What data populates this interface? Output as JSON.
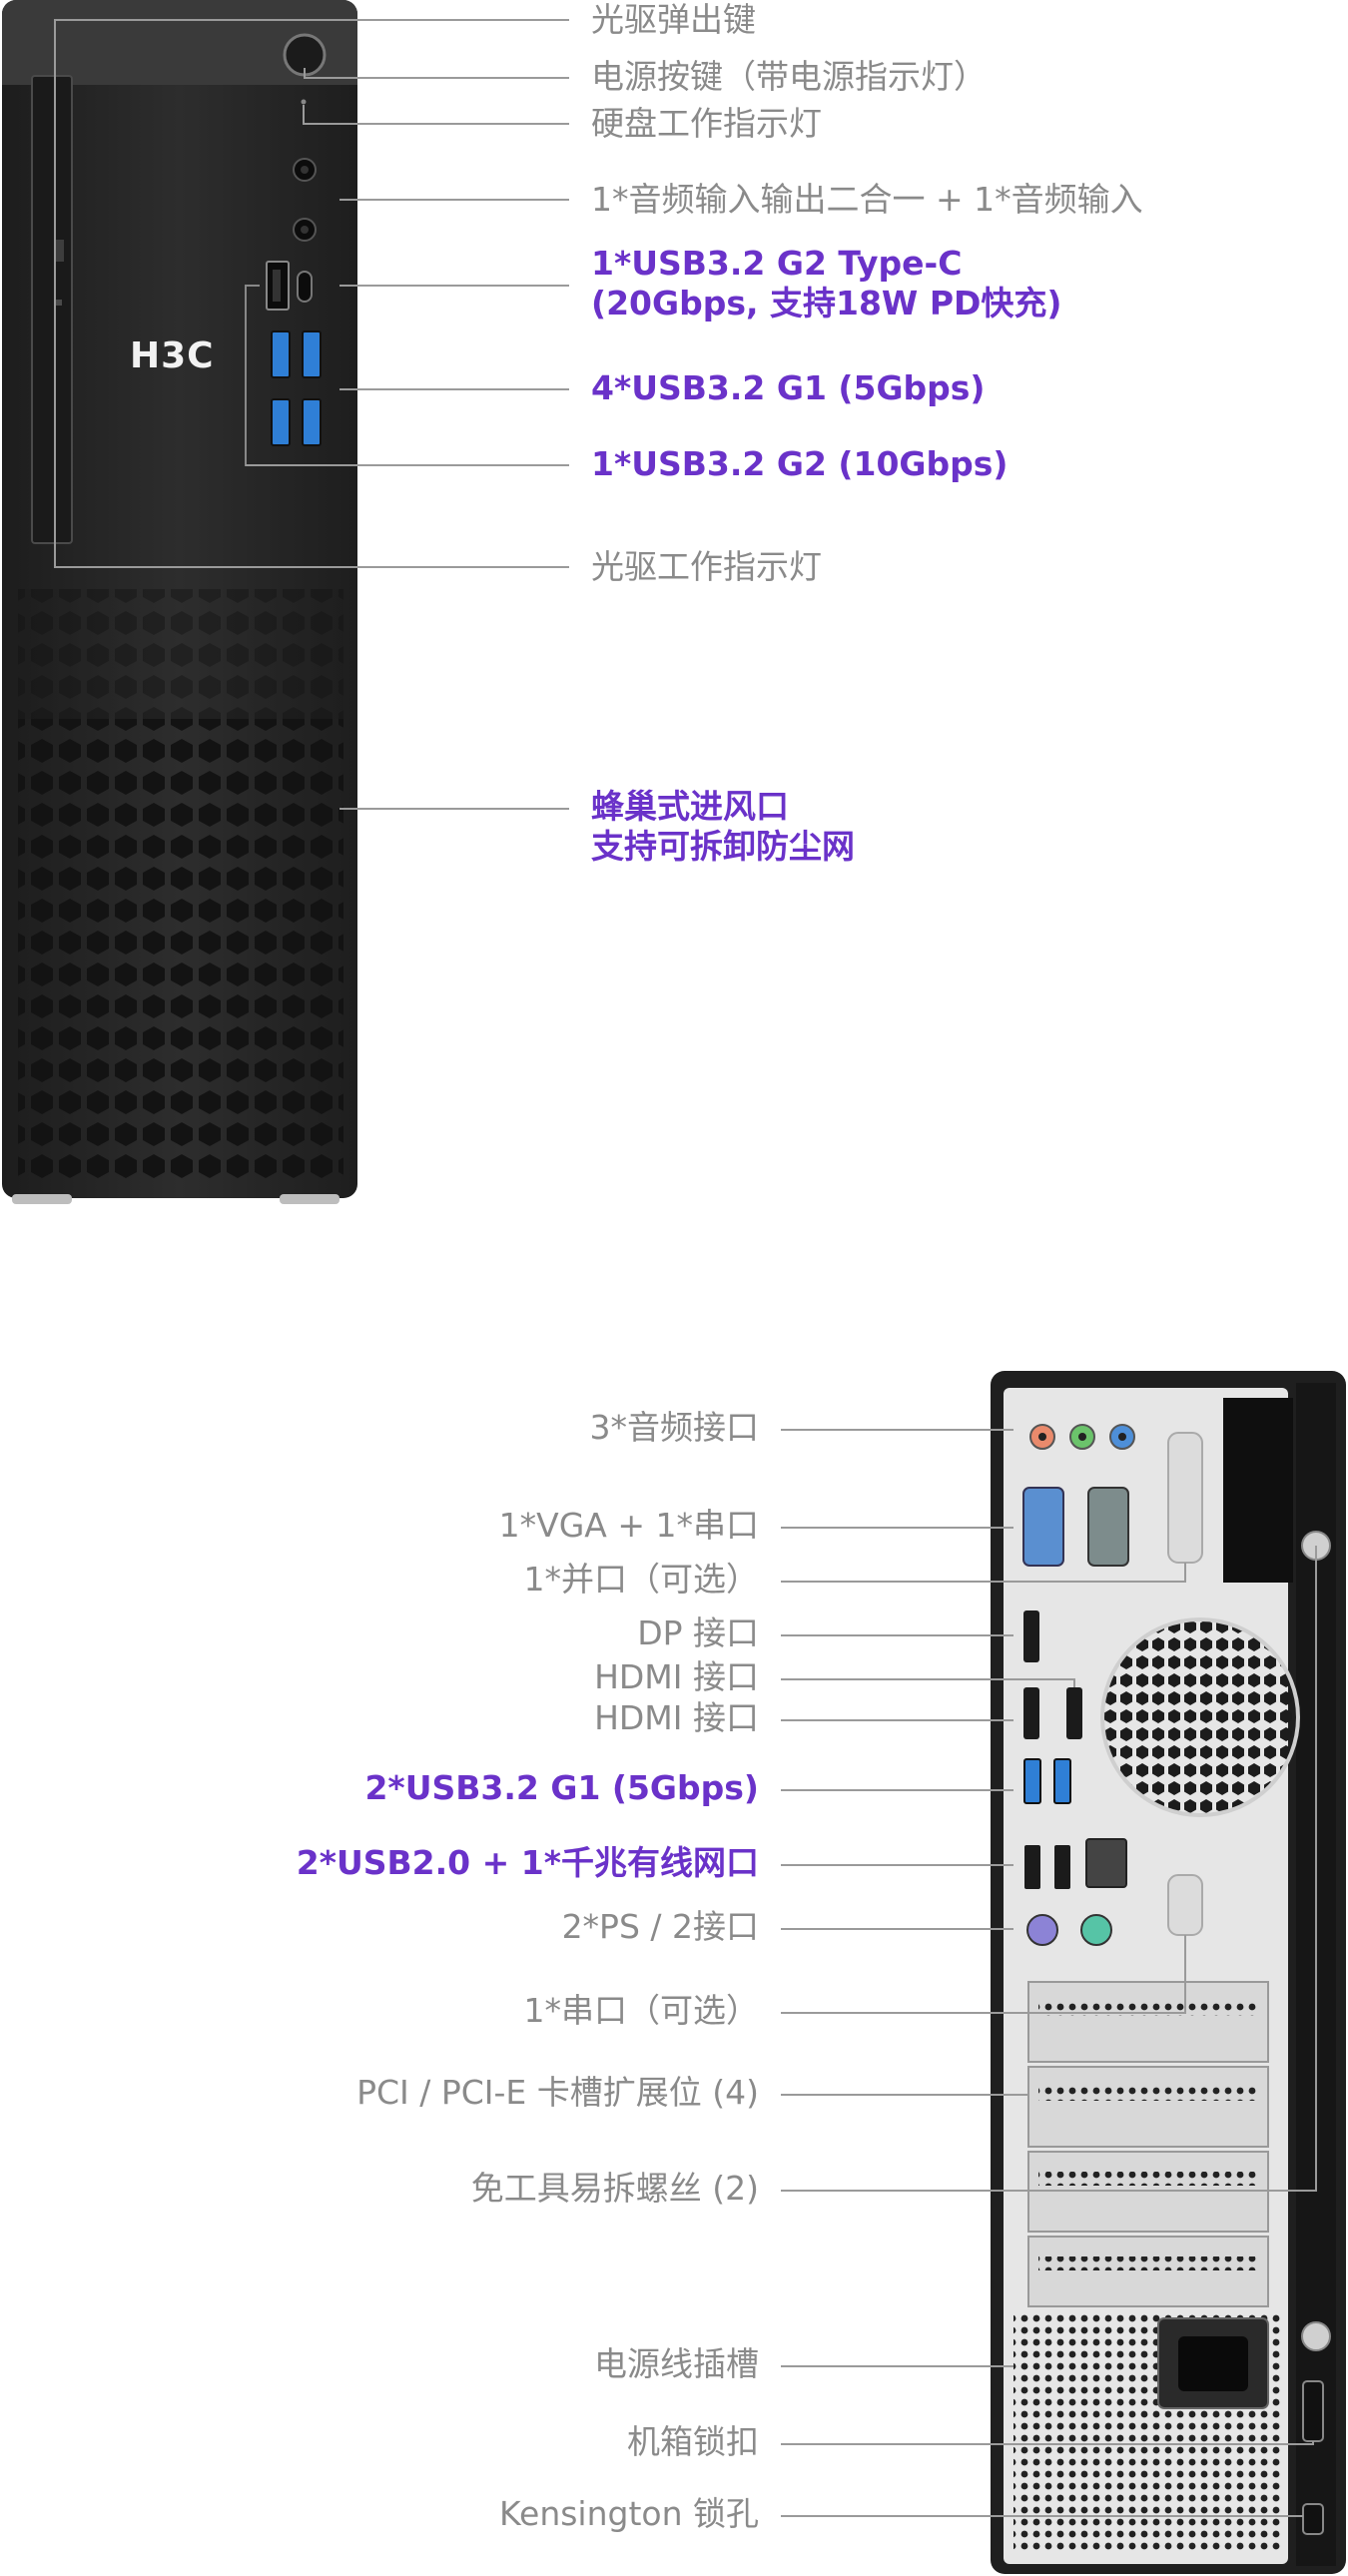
{
  "brand": "H3C",
  "front": {
    "eject_button": "光驱弹出键",
    "power_button": "电源按键（带电源指示灯）",
    "hdd_led": "硬盘工作指示灯",
    "audio": "1*音频输入输出二合一 + 1*音频输入",
    "typec_line1": "1*USB3.2 G2 Type-C",
    "typec_line2": "(20Gbps, 支持18W PD快充)",
    "usb_g1": "4*USB3.2 G1 (5Gbps)",
    "usb_g2": "1*USB3.2 G2 (10Gbps)",
    "odd_led": "光驱工作指示灯",
    "vent_line1": "蜂巢式进风口",
    "vent_line2": "支持可拆卸防尘网"
  },
  "rear": {
    "audio3": "3*音频接口",
    "vga_serial": "1*VGA + 1*串口",
    "parallel": "1*并口（可选）",
    "dp": "DP 接口",
    "hdmi1": "HDMI 接口",
    "hdmi2": "HDMI 接口",
    "usb_g1": "2*USB3.2 G1 (5Gbps)",
    "usb2_lan": "2*USB2.0 + 1*千兆有线网口",
    "ps2": "2*PS / 2接口",
    "serial_opt": "1*串口（可选）",
    "pci": "PCI / PCI-E 卡槽扩展位 (4)",
    "screws": "免工具易拆螺丝 (2)",
    "power_socket": "电源线插槽",
    "case_lock": "机箱锁扣",
    "kensington": "Kensington 锁孔"
  },
  "colors": {
    "label_gray": "#8a8a8a",
    "label_purple": "#6a32c9",
    "case_dark": "#2b2b2b",
    "panel_light": "#e4e4e4",
    "usb_blue": "#2f7fd6"
  }
}
